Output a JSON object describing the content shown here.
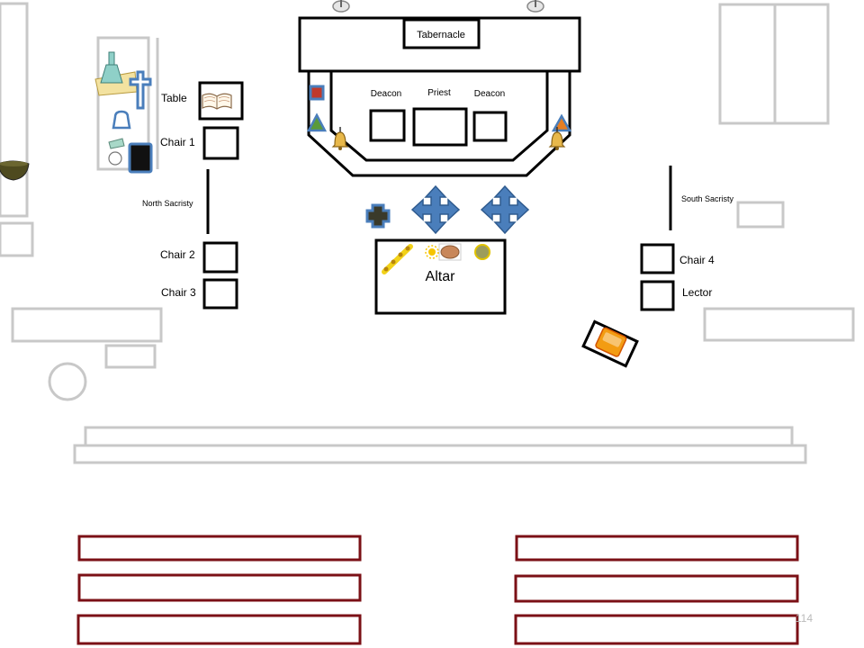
{
  "labels": {
    "tabernacle": "Tabernacle",
    "deacon_left": "Deacon",
    "priest": "Priest",
    "deacon_right": "Deacon",
    "table": "Table",
    "chair_1": "Chair 1",
    "north_sacristy": "North Sacristy",
    "chair_2": "Chair 2",
    "chair_3": "Chair 3",
    "altar": "Altar",
    "south_sacristy": "South Sacristy",
    "chair_4": "Chair 4",
    "lector": "Lector"
  },
  "page_number": "114",
  "icons": [
    "bowl-icon",
    "cruet-icon",
    "processional-cross-icon",
    "lavabo-icon",
    "cloth-icon",
    "host-icon",
    "missal-icon",
    "sanctus-bell-icon",
    "candle-icon",
    "book-icon",
    "lectionary-icon",
    "cross-marker-icon",
    "four-way-arrow-icon",
    "triangle-marker-icon",
    "square-marker-icon"
  ],
  "colors": {
    "outline": "#000000",
    "furniture_gray": "#c8c8c8",
    "pew_red": "#7b1016",
    "marker_blue": "#4a7ebb",
    "marker_blue_dark": "#2f5b8f"
  }
}
